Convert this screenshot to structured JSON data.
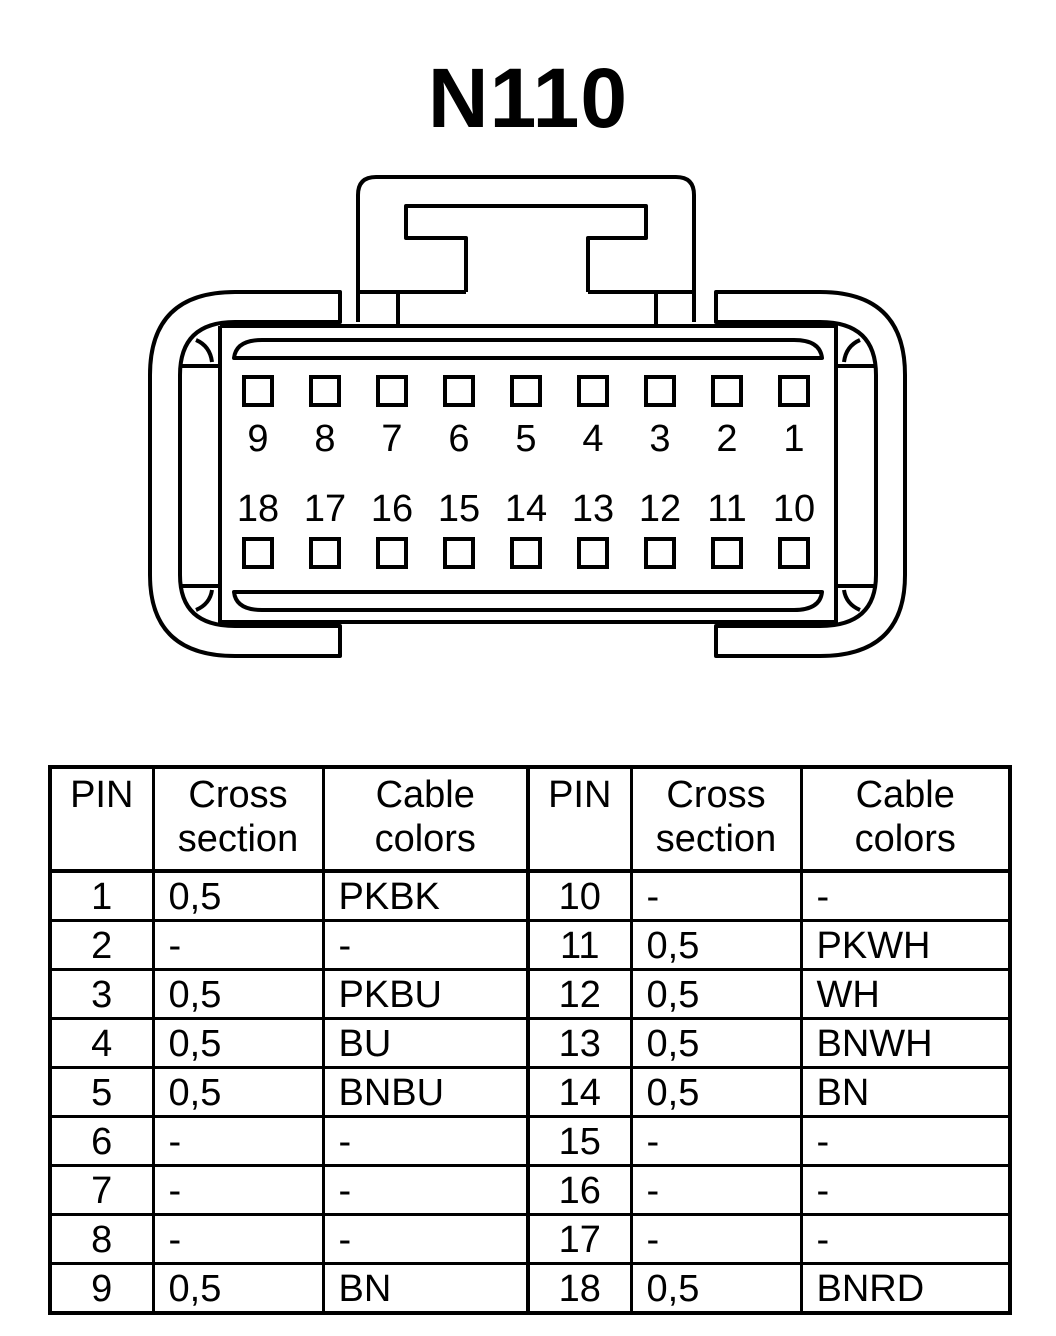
{
  "title": "N110",
  "connector": {
    "top_row_pins": [
      "9",
      "8",
      "7",
      "6",
      "5",
      "4",
      "3",
      "2",
      "1"
    ],
    "bottom_row_pins": [
      "18",
      "17",
      "16",
      "15",
      "14",
      "13",
      "12",
      "11",
      "10"
    ]
  },
  "table": {
    "headers": {
      "pin": "PIN",
      "cross_line1": "Cross",
      "cross_line2": "section",
      "colors_line1": "Cable",
      "colors_line2": "colors"
    },
    "rows": [
      {
        "pin_a": "1",
        "cross_a": "0,5",
        "color_a": "PKBK",
        "pin_b": "10",
        "cross_b": "-",
        "color_b": "-"
      },
      {
        "pin_a": "2",
        "cross_a": "-",
        "color_a": "-",
        "pin_b": "11",
        "cross_b": "0,5",
        "color_b": "PKWH"
      },
      {
        "pin_a": "3",
        "cross_a": "0,5",
        "color_a": "PKBU",
        "pin_b": "12",
        "cross_b": "0,5",
        "color_b": "WH"
      },
      {
        "pin_a": "4",
        "cross_a": "0,5",
        "color_a": "BU",
        "pin_b": "13",
        "cross_b": "0,5",
        "color_b": "BNWH"
      },
      {
        "pin_a": "5",
        "cross_a": "0,5",
        "color_a": "BNBU",
        "pin_b": "14",
        "cross_b": "0,5",
        "color_b": "BN"
      },
      {
        "pin_a": "6",
        "cross_a": "-",
        "color_a": "-",
        "pin_b": "15",
        "cross_b": "-",
        "color_b": "-"
      },
      {
        "pin_a": "7",
        "cross_a": "-",
        "color_a": "-",
        "pin_b": "16",
        "cross_b": "-",
        "color_b": "-"
      },
      {
        "pin_a": "8",
        "cross_a": "-",
        "color_a": "-",
        "pin_b": "17",
        "cross_b": "-",
        "color_b": "-"
      },
      {
        "pin_a": "9",
        "cross_a": "0,5",
        "color_a": "BN",
        "pin_b": "18",
        "cross_b": "0,5",
        "color_b": "BNRD"
      }
    ]
  }
}
